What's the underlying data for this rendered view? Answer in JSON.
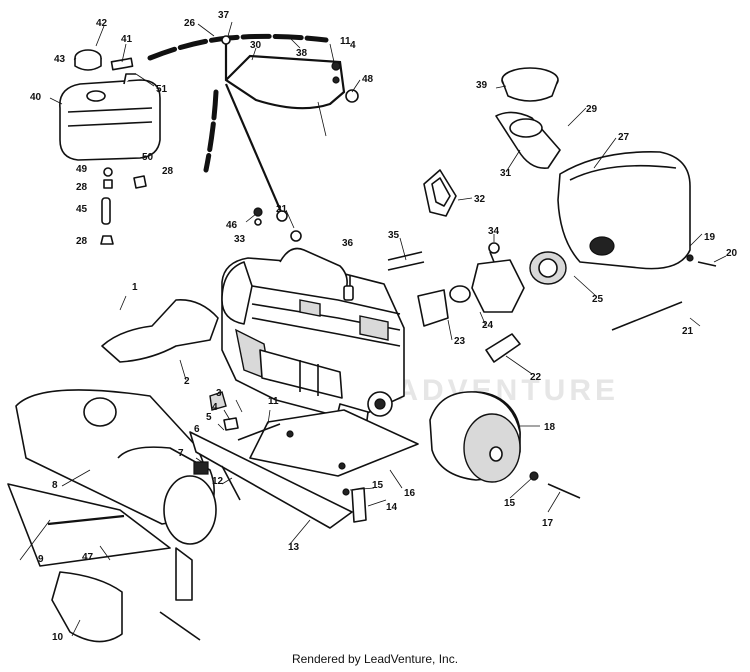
{
  "watermark": "LEADVENTURE",
  "footer": "Rendered by LeadVenture, Inc.",
  "callouts": [
    "42",
    "41",
    "43",
    "40",
    "51",
    "26",
    "37",
    "30",
    "38",
    "11",
    "4",
    "48",
    "50",
    "49",
    "28",
    "28",
    "45",
    "28",
    "46",
    "33",
    "21",
    "36",
    "1",
    "2",
    "3",
    "4",
    "5",
    "6",
    "7",
    "8",
    "9",
    "47",
    "10",
    "11",
    "12",
    "13",
    "14",
    "15",
    "16",
    "15",
    "17",
    "18",
    "35",
    "34",
    "32",
    "23",
    "24",
    "22",
    "39",
    "29",
    "27",
    "31",
    "25",
    "19",
    "20",
    "21"
  ]
}
